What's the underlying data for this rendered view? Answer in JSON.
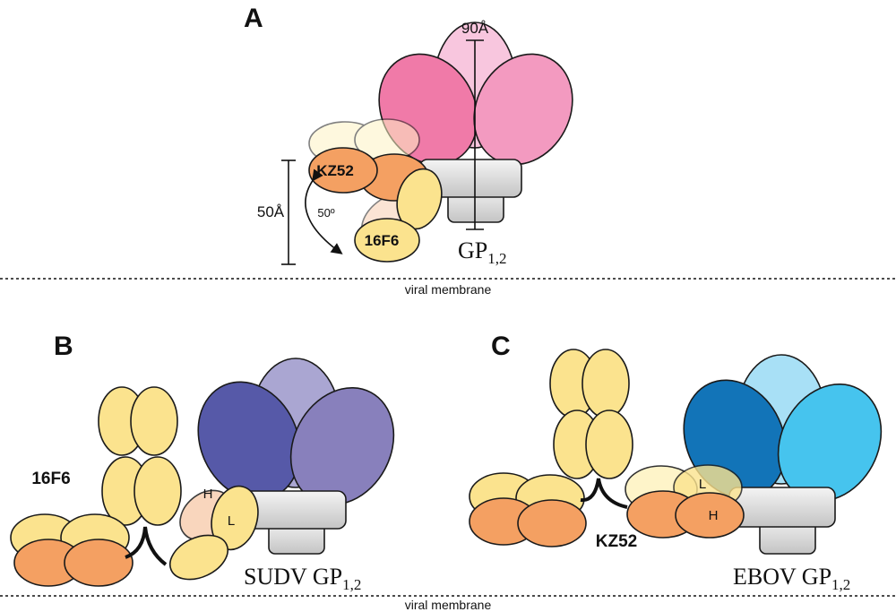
{
  "panels": {
    "a": {
      "letter": "A",
      "dimension_top": "90Å",
      "dimension_left": "50Å",
      "angle": "50º",
      "antibody_top": "KZ52",
      "antibody_bottom": "16F6",
      "gp_main": "GP",
      "gp_sub": "1,2",
      "membrane_label": "viral membrane"
    },
    "b": {
      "letter": "B",
      "antibody": "16F6",
      "heavy": "H",
      "light": "L",
      "gp_main": "SUDV GP",
      "gp_sub": "1,2"
    },
    "c": {
      "letter": "C",
      "antibody": "KZ52",
      "heavy": "H",
      "light": "L",
      "gp_main": "EBOV GP",
      "gp_sub": "1,2"
    },
    "membrane_label": "viral membrane"
  },
  "colors": {
    "pink_dark": "#f07aa8",
    "pink_mid": "#f39ac0",
    "pink_light": "#f8c6de",
    "purple_dark": "#5659a8",
    "purple_mid": "#8880bc",
    "purple_light": "#aaa6d2",
    "blue_dark": "#1274b8",
    "blue_mid": "#46c4ee",
    "blue_light": "#a8e0f6",
    "yellow": "#fbe38e",
    "orange": "#f4a062",
    "peach": "#f9cfb2"
  }
}
